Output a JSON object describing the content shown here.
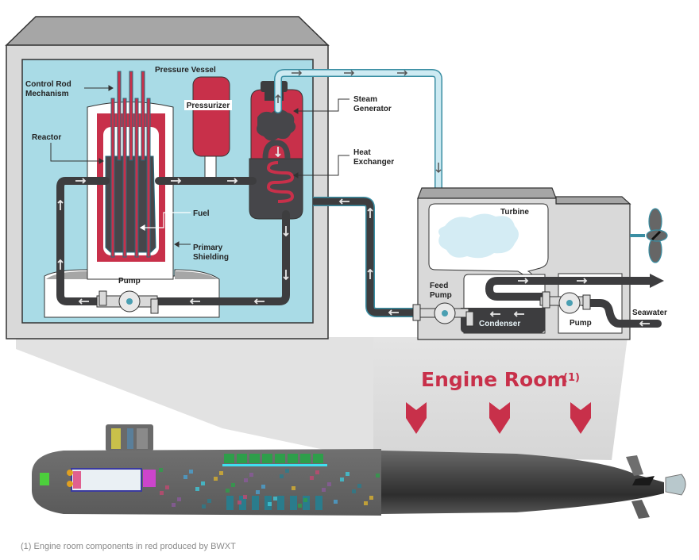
{
  "labels": {
    "pressure_vessel": "Pressure Vessel",
    "control_rod_line1": "Control Rod",
    "control_rod_line2": "Mechanism",
    "reactor": "Reactor",
    "pressurizer": "Pressurizer",
    "steam_generator_line1": "Steam",
    "steam_generator_line2": "Generator",
    "heat_exchanger_line1": "Heat",
    "heat_exchanger_line2": "Exchanger",
    "fuel": "Fuel",
    "primary_shielding_line1": "Primary",
    "primary_shielding_line2": "Shielding",
    "primary_pump": "Pump",
    "turbine": "Turbine",
    "feed_pump_line1": "Feed",
    "feed_pump_line2": "Pump",
    "condenser": "Condenser",
    "secondary_pump": "Pump",
    "seawater": "Seawater"
  },
  "callout": {
    "title": "Engine Room",
    "superscript": "(1)"
  },
  "footnote": "(1) Engine room components in red produced by BWXT",
  "colors": {
    "accent_red": "#c8304a",
    "water_blue": "#a9dbe6",
    "pipe_dark": "#3d3d3f",
    "steam_pipe": "#bfe4ee",
    "housing_grey": "#d9d9d9",
    "roof_grey": "#a6a6a6"
  },
  "icons": [
    "propeller-icon",
    "chevron-down-icon",
    "chevron-down-icon",
    "chevron-down-icon",
    "submarine-cutaway-icon"
  ]
}
